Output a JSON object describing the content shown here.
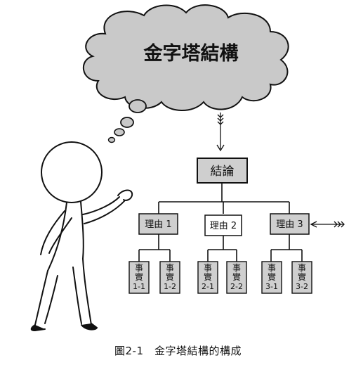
{
  "cloud_title": "金字塔結構",
  "conclusion": "結論",
  "reasons": [
    "理由 1",
    "理由 2",
    "理由 3"
  ],
  "facts": [
    {
      "line1": "事",
      "line2": "實",
      "line3": "1-1"
    },
    {
      "line1": "事",
      "line2": "實",
      "line3": "1-2"
    },
    {
      "line1": "事",
      "line2": "實",
      "line3": "2-1"
    },
    {
      "line1": "事",
      "line2": "實",
      "line3": "2-2"
    },
    {
      "line1": "事",
      "line2": "實",
      "line3": "3-1"
    },
    {
      "line1": "事",
      "line2": "實",
      "line3": "3-2"
    }
  ],
  "caption": "圖2-1　金字塔結構的構成",
  "colors": {
    "cloud": "#c9c9c9",
    "box": "#cfcfcf",
    "stroke": "#111111"
  }
}
